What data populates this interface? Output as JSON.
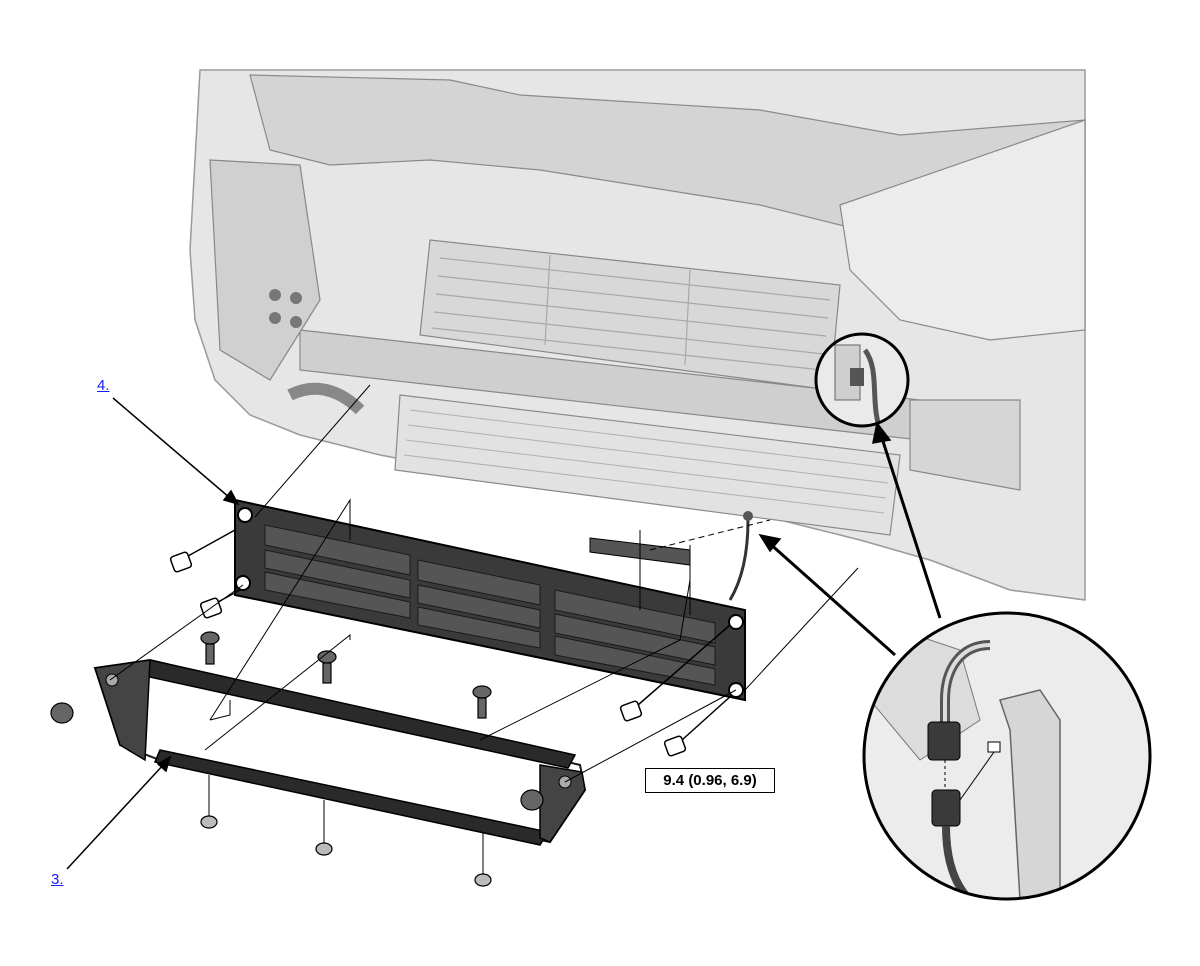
{
  "callouts": {
    "item_4": "4.",
    "item_3": "3."
  },
  "torque_spec": "9.4 (0.96, 6.9)",
  "colors": {
    "link": "#1a1aff",
    "outline": "#000000",
    "body_fill": "#dcdcdc",
    "grille_fill": "#3a3a3a"
  }
}
